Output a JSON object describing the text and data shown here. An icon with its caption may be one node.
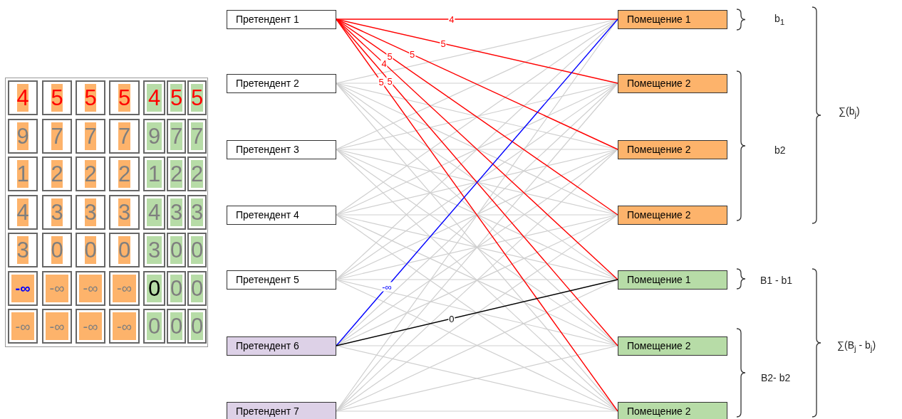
{
  "diagram": {
    "nodes": [
      {
        "text": [
          "Претендент 1"
        ]
      },
      {
        "text": [
          "Претендент 2"
        ]
      },
      {
        "text": [
          "Претендент 3"
        ]
      },
      {
        "text": [
          "Претендент 4"
        ]
      },
      {
        "text": [
          "Претендент 5"
        ]
      },
      {
        "text": [
          "Претендент 6"
        ]
      },
      {
        "text": [
          "Претендент 7"
        ]
      },
      {
        "text": [
          "Помещение 1"
        ]
      },
      {
        "text": [
          "Помещение 2"
        ]
      },
      {
        "text": [
          "Помещение 2"
        ]
      },
      {
        "text": [
          "Помещение 2"
        ]
      },
      {
        "text": [
          "Помещение 1"
        ]
      },
      {
        "text": [
          "Помещение 2"
        ]
      },
      {
        "text": [
          "Помещение 2"
        ]
      }
    ],
    "edges": [
      {
        "from": 0,
        "to": 7,
        "arrow": "none",
        "label": "4",
        "color": "#ff0000"
      },
      {
        "from": 0,
        "to": 8,
        "arrow": "none",
        "label": "5",
        "color": "#ff0000"
      },
      {
        "from": 0,
        "to": 9,
        "arrow": "none",
        "label": "5",
        "color": "#ff0000"
      },
      {
        "from": 0,
        "to": 10,
        "arrow": "none",
        "label": "5",
        "color": "#ff0000"
      },
      {
        "from": 0,
        "to": 11,
        "arrow": "none",
        "label": "4",
        "color": "#ff0000"
      },
      {
        "from": 0,
        "to": 12,
        "arrow": "none",
        "label": "5",
        "color": "#ff0000"
      },
      {
        "from": 0,
        "to": 13,
        "arrow": "none",
        "label": "5",
        "color": "#ff0000"
      },
      {
        "from": 1,
        "to": 7,
        "arrow": "none"
      },
      {
        "from": 1,
        "to": 8,
        "arrow": "none"
      },
      {
        "from": 1,
        "to": 9,
        "arrow": "none"
      },
      {
        "from": 1,
        "to": 10,
        "arrow": "none"
      },
      {
        "from": 1,
        "to": 11,
        "arrow": "none"
      },
      {
        "from": 1,
        "to": 12,
        "arrow": "none"
      },
      {
        "from": 1,
        "to": 13,
        "arrow": "none"
      },
      {
        "from": 2,
        "to": 7,
        "arrow": "none"
      },
      {
        "from": 2,
        "to": 8,
        "arrow": "none"
      },
      {
        "from": 2,
        "to": 9,
        "arrow": "none"
      },
      {
        "from": 2,
        "to": 10,
        "arrow": "none"
      },
      {
        "from": 2,
        "to": 11,
        "arrow": "none"
      },
      {
        "from": 2,
        "to": 12,
        "arrow": "none"
      },
      {
        "from": 2,
        "to": 13,
        "arrow": "none"
      },
      {
        "from": 3,
        "to": 7,
        "arrow": "none"
      },
      {
        "from": 3,
        "to": 8,
        "arrow": "none"
      },
      {
        "from": 3,
        "to": 9,
        "arrow": "none"
      },
      {
        "from": 3,
        "to": 10,
        "arrow": "none"
      },
      {
        "from": 3,
        "to": 11,
        "arrow": "none"
      },
      {
        "from": 3,
        "to": 12,
        "arrow": "none"
      },
      {
        "from": 3,
        "to": 13,
        "arrow": "none"
      },
      {
        "from": 4,
        "to": 7,
        "arrow": "none"
      },
      {
        "from": 4,
        "to": 8,
        "arrow": "none"
      },
      {
        "from": 4,
        "to": 9,
        "arrow": "none"
      },
      {
        "from": 4,
        "to": 10,
        "arrow": "none"
      },
      {
        "from": 4,
        "to": 11,
        "arrow": "none"
      },
      {
        "from": 4,
        "to": 12,
        "arrow": "none"
      },
      {
        "from": 4,
        "to": 13,
        "arrow": "none"
      },
      {
        "from": 5,
        "to": 7,
        "arrow": "none",
        "label": "-∞",
        "color": "#0000ff"
      },
      {
        "from": 5,
        "to": 8,
        "arrow": "none"
      },
      {
        "from": 5,
        "to": 9,
        "arrow": "none"
      },
      {
        "from": 5,
        "to": 10,
        "arrow": "none"
      },
      {
        "from": 5,
        "to": 11,
        "arrow": "none",
        "label": "0",
        "color": "#000000"
      },
      {
        "from": 5,
        "to": 12,
        "arrow": "none"
      },
      {
        "from": 5,
        "to": 13,
        "arrow": "none"
      },
      {
        "from": 6,
        "to": 7,
        "arrow": "none"
      },
      {
        "from": 6,
        "to": 8,
        "arrow": "none"
      },
      {
        "from": 6,
        "to": 9,
        "arrow": "none"
      },
      {
        "from": 6,
        "to": 10,
        "arrow": "none"
      },
      {
        "from": 6,
        "to": 11,
        "arrow": "none"
      },
      {
        "from": 6,
        "to": 12,
        "arrow": "none"
      },
      {
        "from": 6,
        "to": 13,
        "arrow": "none"
      }
    ],
    "labels": [
      "4",
      "5",
      "5",
      "5",
      "4",
      "5",
      "5",
      "9",
      "7",
      "7",
      "7",
      "9",
      "7",
      "7",
      "1",
      "2",
      "2",
      "2",
      "1",
      "2",
      "2",
      "4",
      "3",
      "3",
      "3",
      "4",
      "3",
      "3",
      "3",
      "0",
      "0",
      "0",
      "3",
      "0",
      "0",
      "-∞",
      "-∞",
      "-∞",
      "-∞",
      "0",
      "0",
      "0",
      "-∞",
      "-∞",
      "-∞",
      "-∞",
      "0",
      "0",
      "0",
      "b$_{1}$",
      "∑(b$_{j}$)",
      "b2",
      "B1 - b1",
      "∑(B$_{j}$ - b$_{j}$)",
      "B2- b2"
    ]
  }
}
